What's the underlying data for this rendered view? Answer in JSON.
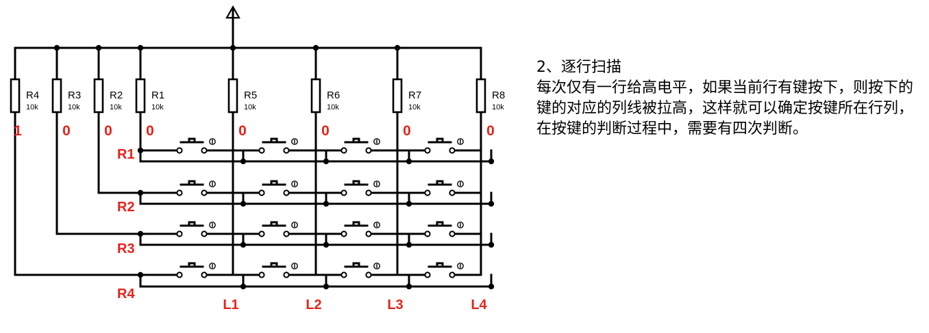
{
  "resistors": [
    {
      "name": "R4",
      "value": "10k",
      "level": "1"
    },
    {
      "name": "R3",
      "value": "10k",
      "level": "0"
    },
    {
      "name": "R2",
      "value": "10k",
      "level": "0"
    },
    {
      "name": "R1",
      "value": "10k",
      "level": "0"
    },
    {
      "name": "R5",
      "value": "10k",
      "level": "0"
    },
    {
      "name": "R6",
      "value": "10k",
      "level": "0"
    },
    {
      "name": "R7",
      "value": "10k",
      "level": "0"
    },
    {
      "name": "R8",
      "value": "10k",
      "level": "0"
    }
  ],
  "rows": [
    "R1",
    "R2",
    "R3",
    "R4"
  ],
  "cols": [
    "L1",
    "L2",
    "L3",
    "L4"
  ],
  "description": {
    "title": "2、逐行扫描",
    "body": "每次仅有一行给高电平，如果当前行有键按下，则按下的键的对应的列线被拉高，这样就可以确定按键所在行列，在按键的判断过程中，需要有四次判断。"
  },
  "colors": {
    "label": "#e8221b",
    "wire": "#000000"
  }
}
